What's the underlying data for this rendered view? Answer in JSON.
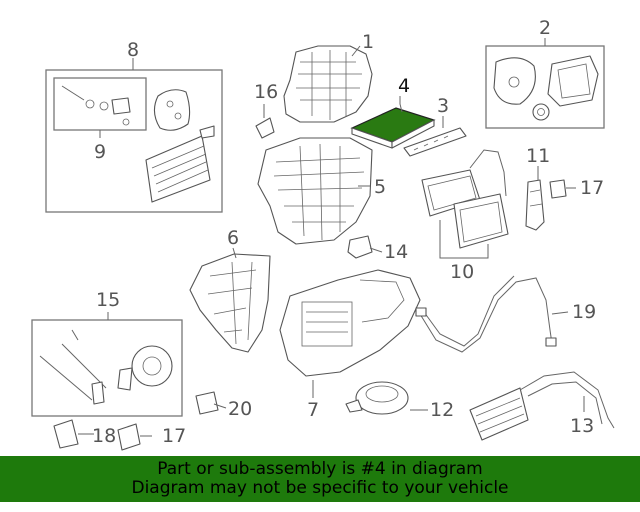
{
  "diagram": {
    "callouts": [
      {
        "id": "1",
        "label": "1"
      },
      {
        "id": "2",
        "label": "2"
      },
      {
        "id": "3",
        "label": "3"
      },
      {
        "id": "4",
        "label": "4"
      },
      {
        "id": "5",
        "label": "5"
      },
      {
        "id": "6",
        "label": "6"
      },
      {
        "id": "7",
        "label": "7"
      },
      {
        "id": "8",
        "label": "8"
      },
      {
        "id": "9",
        "label": "9"
      },
      {
        "id": "10",
        "label": "10"
      },
      {
        "id": "11",
        "label": "11"
      },
      {
        "id": "12",
        "label": "12"
      },
      {
        "id": "13",
        "label": "13"
      },
      {
        "id": "14",
        "label": "14"
      },
      {
        "id": "15",
        "label": "15"
      },
      {
        "id": "16",
        "label": "16"
      },
      {
        "id": "17",
        "label": "17"
      },
      {
        "id": "18",
        "label": "18"
      },
      {
        "id": "19",
        "label": "19"
      },
      {
        "id": "20",
        "label": "20"
      }
    ],
    "highlighted_part": "4",
    "colors": {
      "highlight": "#2a7a12",
      "banner": "#1e7a0c",
      "line": "#555555"
    }
  },
  "banner": {
    "line1": "Part or sub-assembly is #4 in diagram",
    "line2": "Diagram may not be specific to your vehicle"
  }
}
